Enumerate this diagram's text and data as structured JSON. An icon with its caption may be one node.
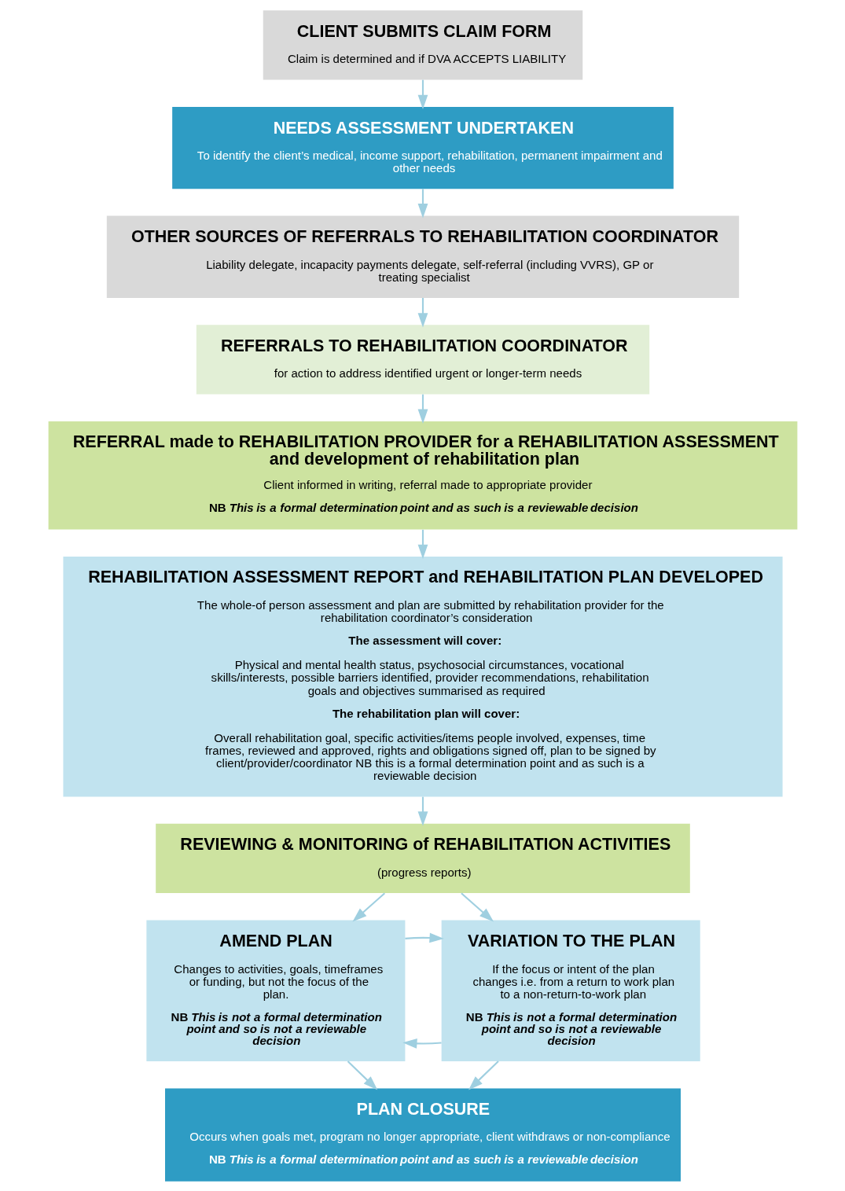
{
  "diagram": {
    "nodes": [
      {
        "text": [
          "CLIENT SUBMITS CLAIM FORM",
          "Claim is determined and if DVA ACCEPTS LIABILITY"
        ]
      },
      {
        "text": [
          "NEEDS ASSESSMENT UNDERTAKEN",
          "To identify the client’s medical, income support, rehabilitation, permanent impairment and other needs"
        ]
      },
      {
        "text": [
          "OTHER SOURCES OF REFERRALS TO REHABILITATION COORDINATOR",
          "Liability delegate, incapacity payments delegate, self-referral (including VVRS), GP or treating specialist"
        ]
      },
      {
        "text": [
          "REFERRALS TO REHABILITATION COORDINATOR",
          "for action to address identified urgent or longer-term needs"
        ]
      },
      {
        "text": [
          "REFERRAL made to REHABILITATION PROVIDER for a REHABILITATION ASSESSMENT and development of rehabilitation plan",
          "Client informed in writing, referral made to appropriate provider",
          "NB *This is a formal determination point and as such is a reviewable decision*"
        ]
      },
      {
        "text": [
          "REHABILITATION ASSESSMENT REPORT and REHABILITATION PLAN DEVELOPED",
          "The whole-of person assessment and plan are submitted by rehabilitation provider for the rehabilitation coordinator’s consideration",
          "The assessment will cover:",
          "Physical and mental health status, psychosocial circumstances, vocational skills/interests, possible barriers identified, provider recommendations, rehabilitation goals and objectives summarised as required",
          "The rehabilitation plan will cover:",
          "Overall rehabilitation goal, specific activities/items people involved, expenses, time frames, reviewed and approved, rights and obligations signed off, plan to be signed by client/provider/coordinator NB this is a formal determination point and as such is a reviewable decision"
        ]
      },
      {
        "text": [
          "REVIEWING & MONITORING of REHABILITATION ACTIVITIES",
          "(progress reports)"
        ]
      },
      {
        "text": [
          "AMEND PLAN",
          "Changes to activities, goals, timeframes or funding, but not the focus of the plan.",
          "NB *This is not a formal determination point and so is not a reviewable decision*"
        ]
      },
      {
        "text": [
          "VARIATION TO THE PLAN",
          "If the focus or intent of the plan changes i.e. from a return to work plan to a non-return-to-work plan",
          "NB *This is not a formal determination point and so is not a reviewable decision*"
        ]
      },
      {
        "text": [
          "PLAN CLOSURE",
          "Occurs when goals met, program no longer appropriate, client withdraws or non-compliance",
          "NB *This is a formal determination point and as such is a reviewable decision*"
        ]
      }
    ],
    "edges": [
      {
        "from": 0,
        "to": 1,
        "arrow": "to"
      },
      {
        "from": 1,
        "to": 2,
        "arrow": "to"
      },
      {
        "from": 2,
        "to": 3,
        "arrow": "to"
      },
      {
        "from": 3,
        "to": 4,
        "arrow": "to"
      },
      {
        "from": 4,
        "to": 5,
        "arrow": "to"
      },
      {
        "from": 5,
        "to": 6,
        "arrow": "to"
      },
      {
        "from": 6,
        "to": 7,
        "arrow": "to"
      },
      {
        "from": 6,
        "to": 8,
        "arrow": "to"
      },
      {
        "from": 8,
        "to": 7,
        "arrow": "to"
      },
      {
        "from": 7,
        "to": 8,
        "arrow": "to"
      },
      {
        "from": 7,
        "to": 9,
        "arrow": "to"
      },
      {
        "from": 8,
        "to": 9,
        "arrow": "to"
      }
    ]
  }
}
